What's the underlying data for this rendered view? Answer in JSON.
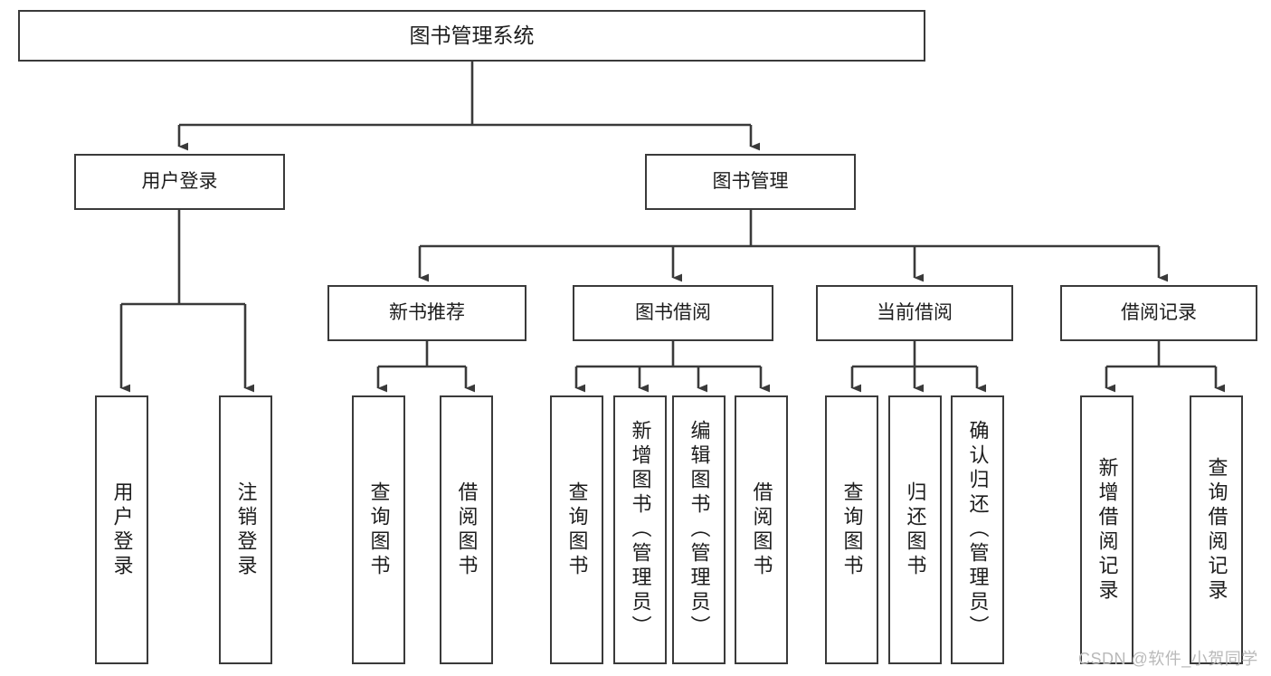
{
  "diagram": {
    "title": "图书管理系统",
    "type": "functional-structure-tree",
    "watermark": "CSDN @软件_小贺同学",
    "colors": {
      "box_border": "#3a3a3a",
      "box_fill": "#ffffff",
      "connector": "#3a3a3a",
      "text": "#1d1d1d",
      "watermark": "#b9b9b9"
    },
    "root": {
      "label": "图书管理系统"
    },
    "level2": [
      {
        "label": "用户登录"
      },
      {
        "label": "图书管理"
      }
    ],
    "level3": [
      {
        "label": "新书推荐"
      },
      {
        "label": "图书借阅"
      },
      {
        "label": "当前借阅"
      },
      {
        "label": "借阅记录"
      }
    ],
    "leaves": {
      "user_login": [
        {
          "label": "用户登录"
        },
        {
          "label": "注销登录"
        }
      ],
      "new_book_recommend": [
        {
          "label": "查询图书"
        },
        {
          "label": "借阅图书"
        }
      ],
      "book_borrow": [
        {
          "label": "查询图书"
        },
        {
          "label": "新增图书（管理员）"
        },
        {
          "label": "编辑图书（管理员）"
        },
        {
          "label": "借阅图书"
        }
      ],
      "current_borrow": [
        {
          "label": "查询图书"
        },
        {
          "label": "归还图书"
        },
        {
          "label": "确认归还（管理员）"
        }
      ],
      "borrow_record": [
        {
          "label": "新增借阅记录"
        },
        {
          "label": "查询借阅记录"
        }
      ]
    }
  }
}
